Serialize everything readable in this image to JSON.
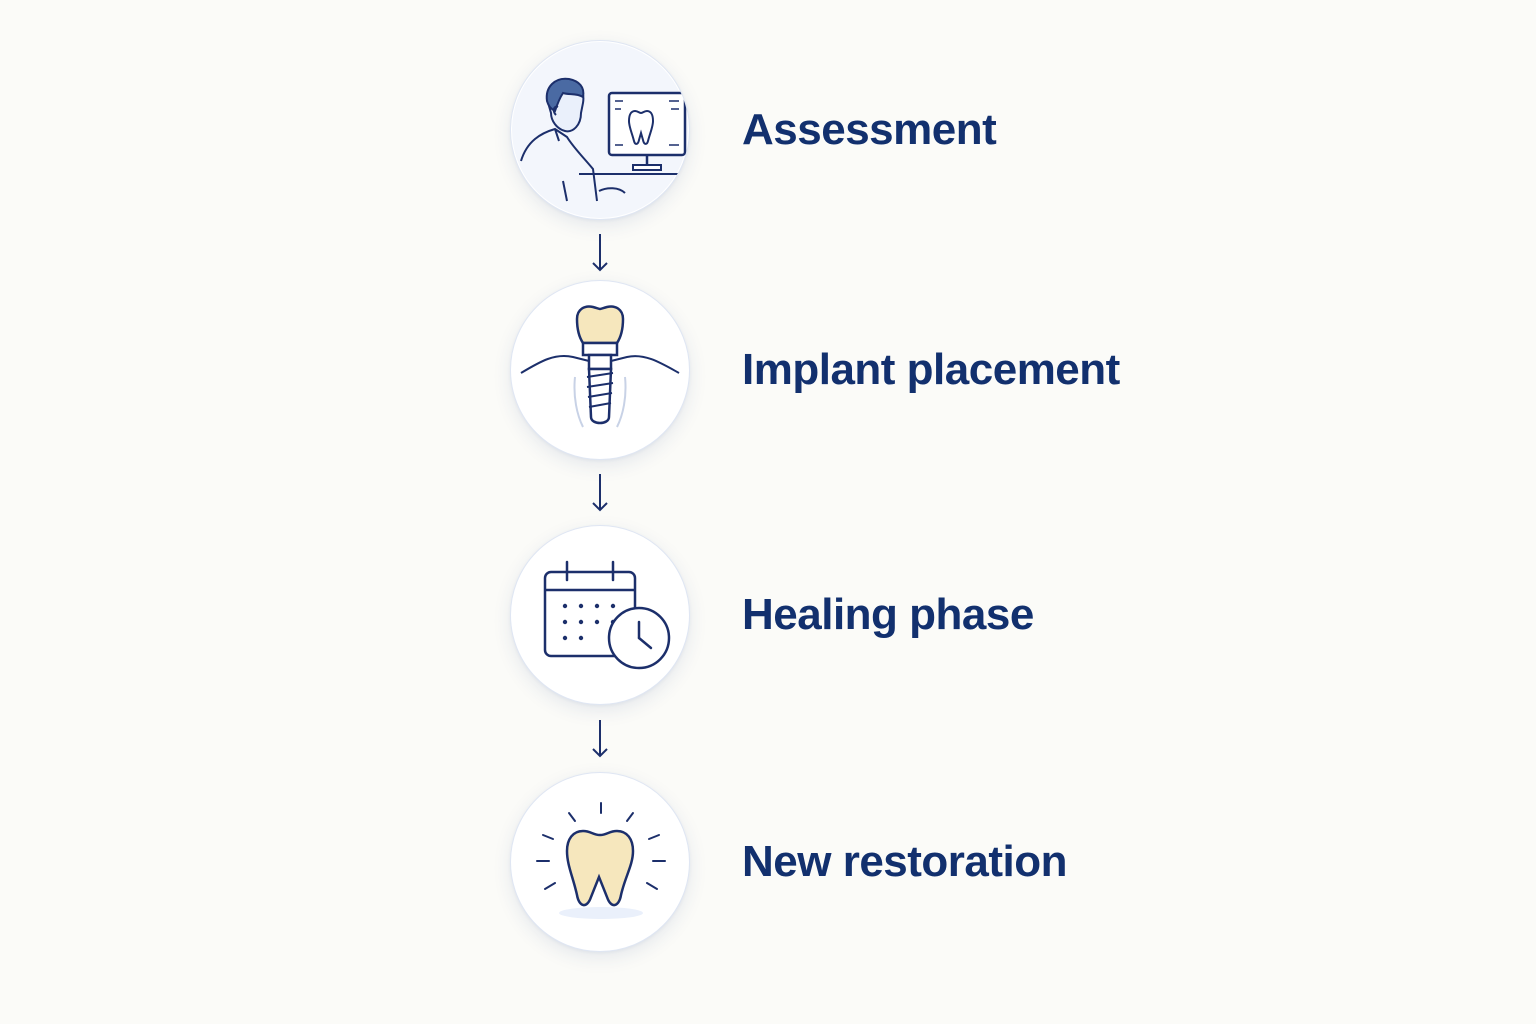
{
  "steps": [
    {
      "label": "Assessment",
      "icon": "dentist-xray-monitor-icon"
    },
    {
      "label": "Implant placement",
      "icon": "dental-implant-icon"
    },
    {
      "label": "Healing phase",
      "icon": "calendar-clock-icon"
    },
    {
      "label": "New restoration",
      "icon": "shining-tooth-icon"
    }
  ],
  "colors": {
    "text": "#12306e",
    "line": "#1c2f6b",
    "accent_fill": "#f6e7bd",
    "skin_fill": "#eaf0fb",
    "hair_fill": "#4a6aa3",
    "background": "#fbfbf8"
  }
}
